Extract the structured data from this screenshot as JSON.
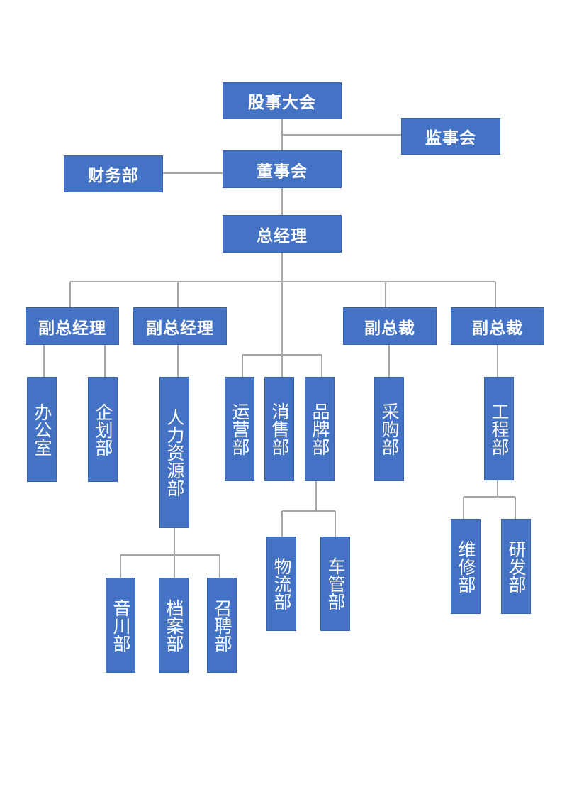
{
  "org": {
    "shareholders": "股事大会",
    "supervisory_board": "监事会",
    "board": "董事会",
    "finance": "财务部",
    "gm": "总经理",
    "deputies": {
      "dgm1": "副总经理",
      "dgm2": "副总经理",
      "dp1": "副总裁",
      "dp2": "副总裁"
    },
    "depts": {
      "office": "办公室",
      "planning": "企划部",
      "hr": "人力资源部",
      "training": "音川部",
      "archives": "档案部",
      "recruit": "召聘部",
      "operations": "运营部",
      "sales": "消售部",
      "brand": "品牌部",
      "logistics": "物流部",
      "fleet": "车管部",
      "purchasing": "采购部",
      "engineering": "工程部",
      "maintenance": "维修部",
      "rnd": "研发部"
    }
  },
  "colors": {
    "box": "#4472c4",
    "text": "#ffffff",
    "line": "#a6a6a6"
  }
}
